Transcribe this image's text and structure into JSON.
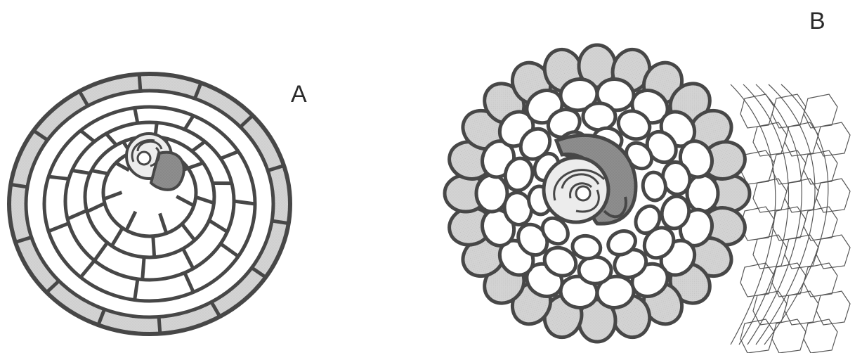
{
  "panels": [
    {
      "id": "A",
      "label": "A"
    },
    {
      "id": "B",
      "label": "B"
    }
  ],
  "colors": {
    "wall": "#4a4a4a",
    "cell_fill_outer": "#cfcfcf",
    "cell_fill_inner": "#ffffff",
    "apical_cell": "#8a8a8a",
    "background_tissue": "#555555"
  }
}
